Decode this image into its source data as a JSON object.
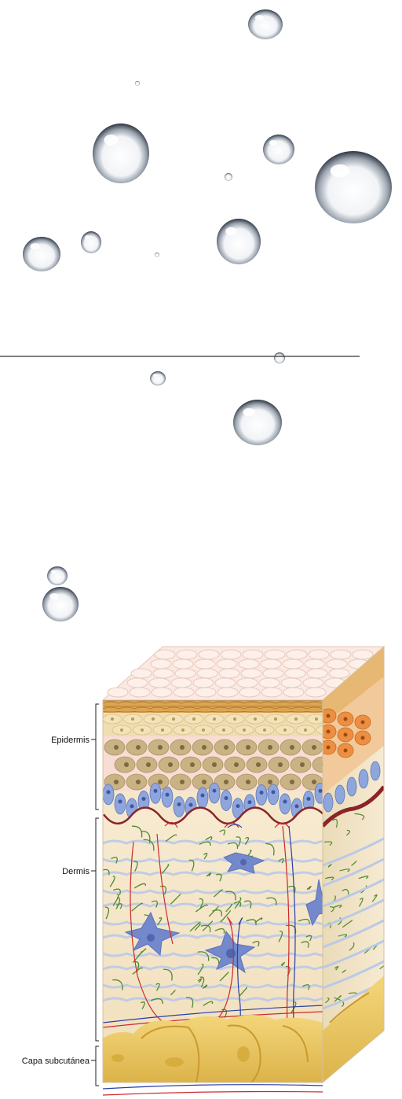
{
  "labels": {
    "epidermis": "Epidermis",
    "dermis": "Dermis",
    "subcutaneous": "Capa subcutánea"
  },
  "colors": {
    "background": "#ffffff",
    "divider": "#333333",
    "surface_cells": "#f6dcd4",
    "stratum_corneum": "#d9a24a",
    "granular_layer": "#eed9a8",
    "spinous_cells": "#c9b38a",
    "basal_cells": "#8fa6dc",
    "basement_membrane": "#8a2428",
    "dermis_bg": "#f4e6c8",
    "elastic_fibers": "#4f8a2e",
    "collagen_fibers": "#b9c9e8",
    "fibroblasts": "#6f86c8",
    "artery": "#cc2a2a",
    "vein": "#2a3fa8",
    "fat": "#e8c35a",
    "side_orange": "#e98a3a"
  },
  "icons": [
    "water-droplet-icon"
  ]
}
